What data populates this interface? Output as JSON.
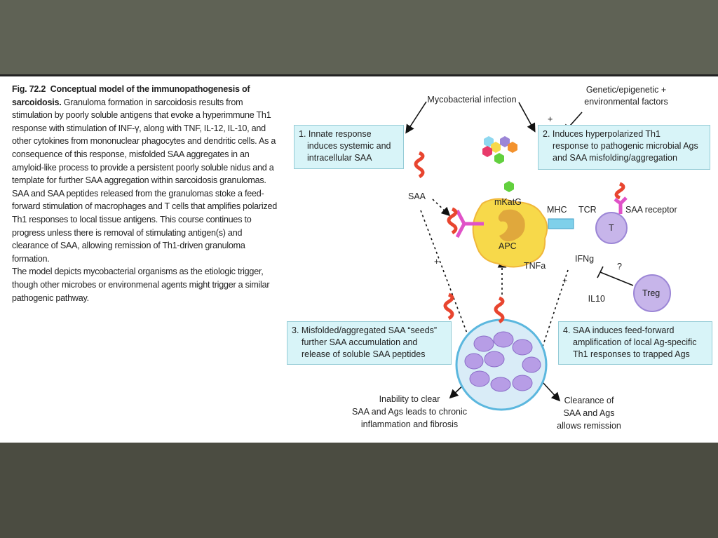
{
  "caption": {
    "fig_number": "Fig. 72.2",
    "title": "Conceptual model of the immunopathogenesis of sarcoidosis.",
    "body": "Granuloma formation in sarcoidosis results from stimulation by poorly soluble antigens that evoke a hyperimmune Th1 response with stimulation of INF-γ, along with TNF, IL-12, IL-10, and other cytokines from mononuclear phagocytes and dendritic cells. As a consequence of this response, misfolded SAA aggregates in an amyloid-like process to provide a persistent poorly soluble nidus and a template for further SAA aggregation within sarcoidosis granulomas. SAA and SAA peptides released from the granulomas stoke a feed-forward stimulation of macrophages and T cells that amplifies polarized Th1 responses to local tissue antigens. This course continues to progress unless there is removal of stimulating antigen(s) and clearance of SAA, allowing remission of Th1-driven granuloma formation.",
    "note": "The model depicts mycobacterial organisms as the etiologic trigger, though other microbes or environmenal agents might trigger a similar pathogenic pathway."
  },
  "diagram": {
    "trigger_infection": "Mycobacterial infection",
    "trigger_genetic_1": "Genetic/epigenetic +",
    "trigger_genetic_2": "environmental factors",
    "plus": "+",
    "box1": [
      "1. Innate response",
      "induces systemic and",
      "intracellular SAA"
    ],
    "box2": [
      "2. Induces hyperpolarized Th1",
      "response to pathogenic microbial Ags",
      "and SAA misfolding/aggregation"
    ],
    "box3": [
      "3. Misfolded/aggregated SAA “seeds”",
      "further SAA accumulation and",
      "release of soluble SAA peptides"
    ],
    "box4": [
      "4. SAA induces feed-forward",
      "amplification of local Ag-specific",
      "Th1 responses to trapped Ags"
    ],
    "labels": {
      "saa": "SAA",
      "mkatg": "mKatG",
      "mhc": "MHC",
      "tcr": "TCR",
      "saa_receptor": "SAA receptor",
      "t_cell": "T",
      "apc": "APC",
      "tnfa": "TNFa",
      "ifng": "IFNg",
      "question": "?",
      "il10": "IL10",
      "treg": "Treg"
    },
    "outcome_chronic": [
      "Inability to clear",
      "SAA and Ags leads to chronic",
      "inflammation and fibrosis"
    ],
    "outcome_remission": [
      "Clearance of",
      "SAA and Ags",
      "allows remission"
    ],
    "colors": {
      "box_fill": "#d8f4f8",
      "saa": "#e8452f",
      "apc": "#f7d94a",
      "t_cell": "#c7b5ea",
      "receptor": "#e052c8"
    }
  }
}
